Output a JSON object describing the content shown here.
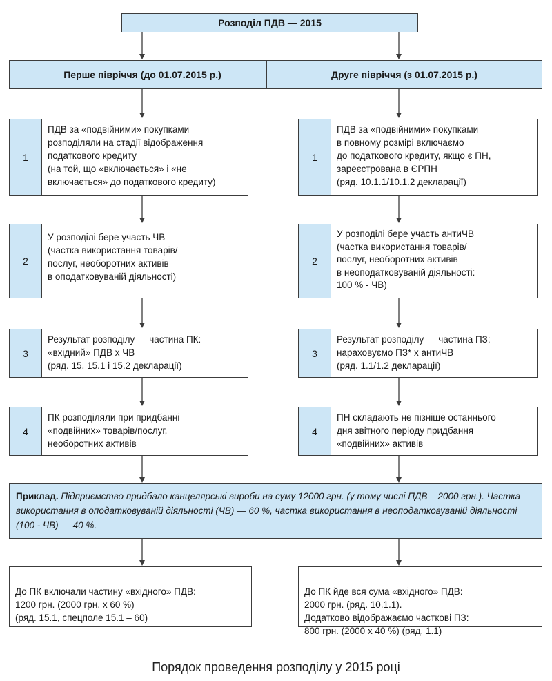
{
  "title": "Розподіл ПДВ — 2015",
  "left": {
    "header": "Перше півріччя (до 01.07.2015 р.)",
    "steps": [
      {
        "num": "1",
        "text": "ПДВ за «подвійними» покупками\nрозподіляли на стадії відображення\nподаткового кредиту\n(на той, що «включається» і «не\nвключається» до податкового кредиту)"
      },
      {
        "num": "2",
        "text": "У розподілі бере участь ЧВ\n(частка використання товарів/\nпослуг, необоротних активів\nв оподатковуваній діяльності)"
      },
      {
        "num": "3",
        "text": "Результат розподілу — частина ПК:\n«вхідний» ПДВ х ЧВ\n(ряд. 15, 15.1 і 15.2 декларації)"
      },
      {
        "num": "4",
        "text": "ПК розподіляли при придбанні\n«подвійних» товарів/послуг,\nнеоборотних активів"
      }
    ],
    "result": "До ПК включали частину «вхідного» ПДВ:\n1200 грн. (2000 грн. х 60 %)\n(ряд. 15.1, спецполе 15.1 – 60)"
  },
  "right": {
    "header": "Друге півріччя (з 01.07.2015 р.)",
    "steps": [
      {
        "num": "1",
        "text": "ПДВ за «подвійними» покупками\nв повному розмірі включаємо\nдо податкового кредиту, якщо є ПН,\nзареєстрована в ЄРПН\n(ряд. 10.1.1/10.1.2 декларації)"
      },
      {
        "num": "2",
        "text": "У розподілі бере участь антиЧВ\n(частка використання товарів/\nпослуг, необоротних активів\nв неоподатковуваній діяльності:\n100 % - ЧВ)"
      },
      {
        "num": "3",
        "text": "Результат розподілу — частина ПЗ:\nнараховуємо ПЗ* х антиЧВ\n(ряд. 1.1/1.2 декларації)"
      },
      {
        "num": "4",
        "text": "ПН складають не пізніше останнього\nдня звітного періоду придбання\n«подвійних» активів"
      }
    ],
    "result": "До ПК йде вся сума «вхідного» ПДВ:\n2000 грн. (ряд. 10.1.1).\nДодатково відображаємо часткові ПЗ:\n800 грн. (2000 х 40 %) (ряд. 1.1)"
  },
  "example": {
    "label": "Приклад.",
    "text": " Підприємство придбало канцелярські вироби на суму 12000 грн. (у тому числі ПДВ – 2000 грн.). Частка використання в оподатковуваній діяльності (ЧВ) — 60 %, частка використання в неоподатковуваній діяльності (100 - ЧВ) — 40 %."
  },
  "caption": "Порядок проведення розподілу у 2015 році",
  "colors": {
    "box_fill": "#cde6f6",
    "border": "#3c3c3c"
  }
}
